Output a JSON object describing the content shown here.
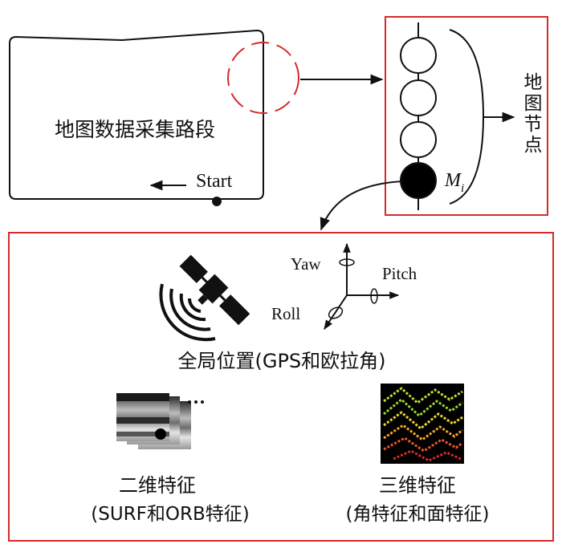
{
  "route": {
    "title": "地图数据采集路段",
    "start_label": "Start"
  },
  "node_chain": {
    "current_node_label": "M",
    "current_node_subscript": "i"
  },
  "map_node_label": [
    "地",
    "图",
    "节",
    "点"
  ],
  "global_pose": {
    "axis_yaw": "Yaw",
    "axis_pitch": "Pitch",
    "axis_roll": "Roll",
    "caption": "全局位置(GPS和欧拉角)"
  },
  "features_2d": {
    "title": "二维特征",
    "subtitle": "(SURF和ORB特征)"
  },
  "features_3d": {
    "title": "三维特征",
    "subtitle": "(角特征和面特征)"
  },
  "colors": {
    "frame_red": "#d42a2a",
    "dashed_red": "#d42a2a",
    "line": "#111111"
  }
}
